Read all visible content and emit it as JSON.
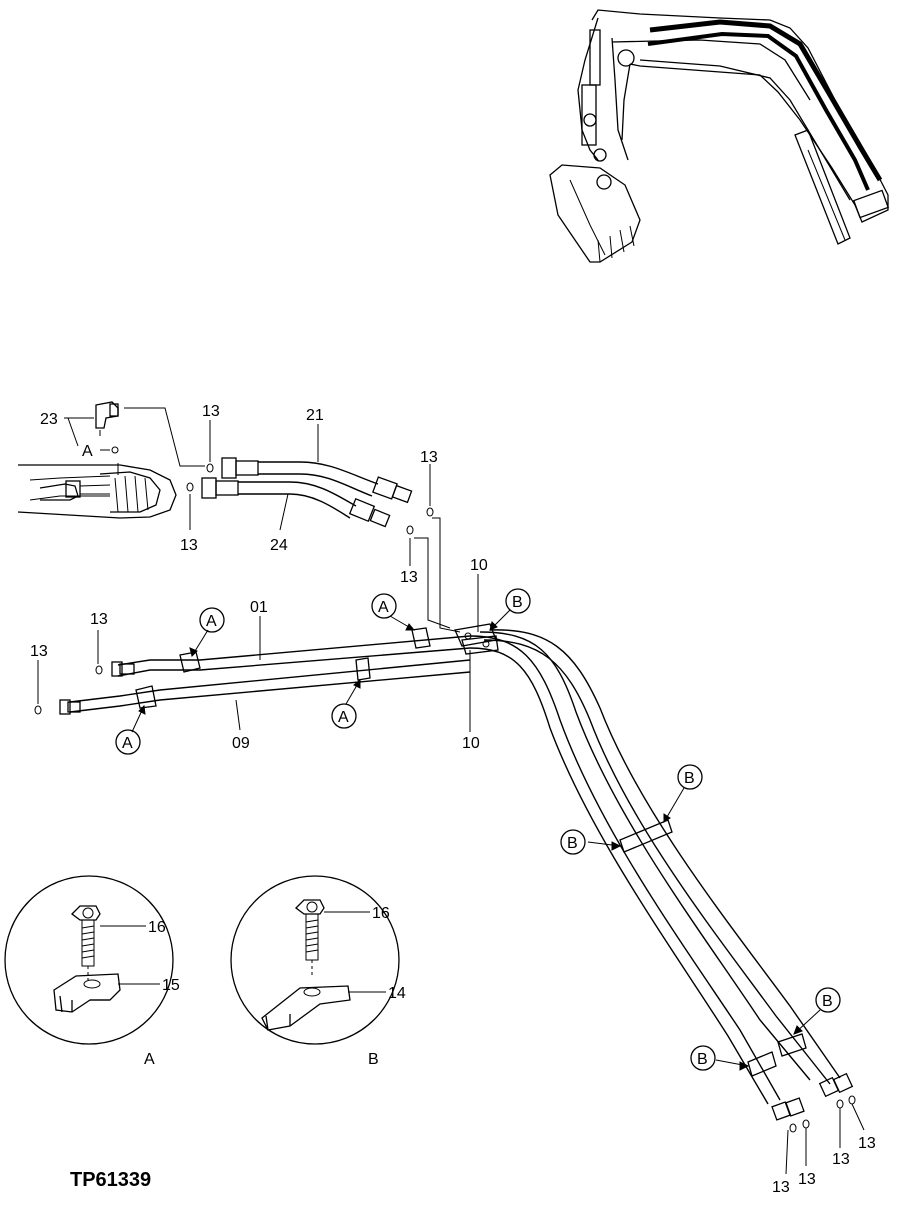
{
  "figure_code": "TP61339",
  "callouts": {
    "c23": "23",
    "cA_top": "A",
    "c13_a": "13",
    "c13_b": "13",
    "c13_c": "13",
    "c13_d": "13",
    "c13_e": "13",
    "c13_f": "13",
    "c21": "21",
    "c24": "24",
    "c01": "01",
    "c09": "09",
    "c10_top": "10",
    "c10_bot": "10",
    "c13_r1": "13",
    "c13_r2": "13",
    "c13_r3": "13",
    "c13_r4": "13",
    "c16_a": "16",
    "c15": "15",
    "c16_b": "16",
    "c14": "14"
  },
  "circle_markers": {
    "A1": "A",
    "A2": "A",
    "A3": "A",
    "A4": "A",
    "B1": "B",
    "B2": "B",
    "B3": "B",
    "B4": "B",
    "B5": "B"
  },
  "detail_views": {
    "a_label": "A",
    "b_label": "B"
  }
}
